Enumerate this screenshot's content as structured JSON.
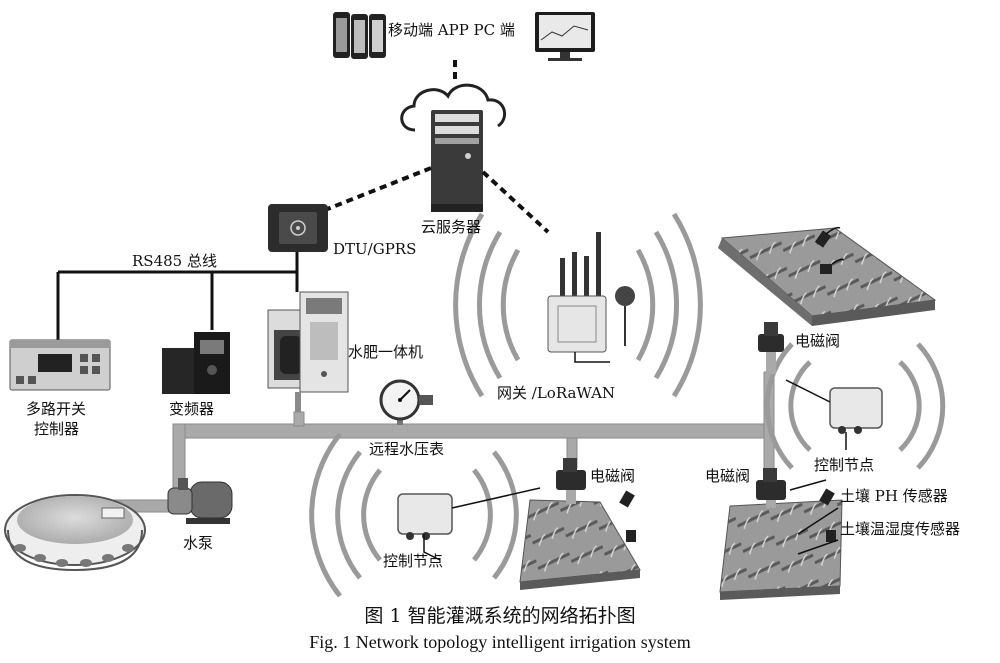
{
  "labels": {
    "app_pc": "移动端 APP PC 端",
    "cloud_server": "云服务器",
    "dtu": "DTU/GPRS",
    "rs485": "RS485 总线",
    "multi_switch_l1": "多路开关",
    "multi_switch_l2": "控制器",
    "inverter": "变频器",
    "fertigation": "水肥一体机",
    "gateway": "网关 /LoRaWAN",
    "pressure_gauge": "远程水压表",
    "pump": "水泵",
    "valve_top": "电磁阀",
    "valve_mid": "电磁阀",
    "valve_right": "电磁阀",
    "node_bottom": "控制节点",
    "node_right": "控制节点",
    "soil_ph": "土壤 PH 传感器",
    "soil_temp_hum": "土壤温湿度传感器"
  },
  "caption": {
    "zh": "图 1 智能灌溉系统的网络拓扑图",
    "en": "Fig. 1  Network topology intelligent irrigation system"
  },
  "colors": {
    "pipe": "#a9a9a9",
    "wire": "#111111",
    "device_dark": "#2a2a2a",
    "field": "#8f8f8f"
  }
}
